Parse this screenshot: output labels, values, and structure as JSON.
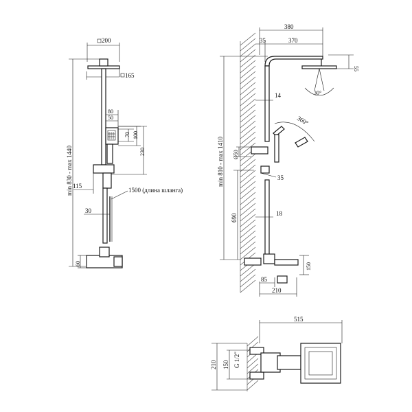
{
  "views": {
    "front": {
      "head_width": "200",
      "head_depth": "165",
      "height_range": "min 830 - max 1440",
      "handshower_height": "80",
      "handshower_face": "50",
      "handshower_inner": "70",
      "handshower_outer": "100",
      "holder_height": "230",
      "slider_offset": "115",
      "hose_length": "1500 (длина шланга)",
      "hose_offset": "30",
      "mixer_height": "60"
    },
    "side": {
      "total_reach": "380",
      "wall_gap": "35",
      "arm_reach": "370",
      "head_thickness": "55",
      "head_tilt": "30°",
      "rail_dia": "14",
      "rotation": "360°",
      "holder_dia": "Ø50",
      "holder_tilt": "35",
      "height_range": "min 810 - max 1410",
      "lower_height": "690",
      "lower_dia": "18",
      "mixer_height": "150",
      "spout_offset": "85",
      "spout_reach": "210"
    },
    "top": {
      "overall": "515",
      "connection_depth": "210",
      "center_distance": "150",
      "thread": "G 1/2\""
    }
  }
}
